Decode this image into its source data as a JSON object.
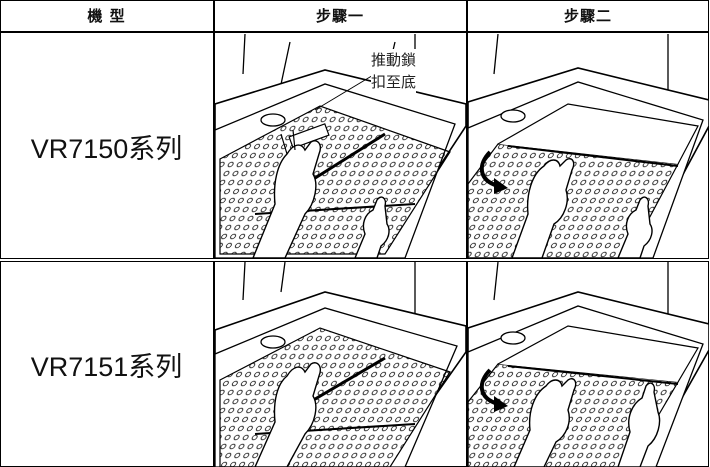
{
  "table": {
    "headers": {
      "model": "機 型",
      "step1": "步驟一",
      "step2": "步驟二"
    },
    "rows": [
      {
        "model": "VR7150系列",
        "callout_line1": "推動鎖",
        "callout_line2": "扣至底"
      },
      {
        "model": "VR7151系列"
      }
    ]
  },
  "colors": {
    "line": "#000000",
    "background": "#ffffff"
  }
}
